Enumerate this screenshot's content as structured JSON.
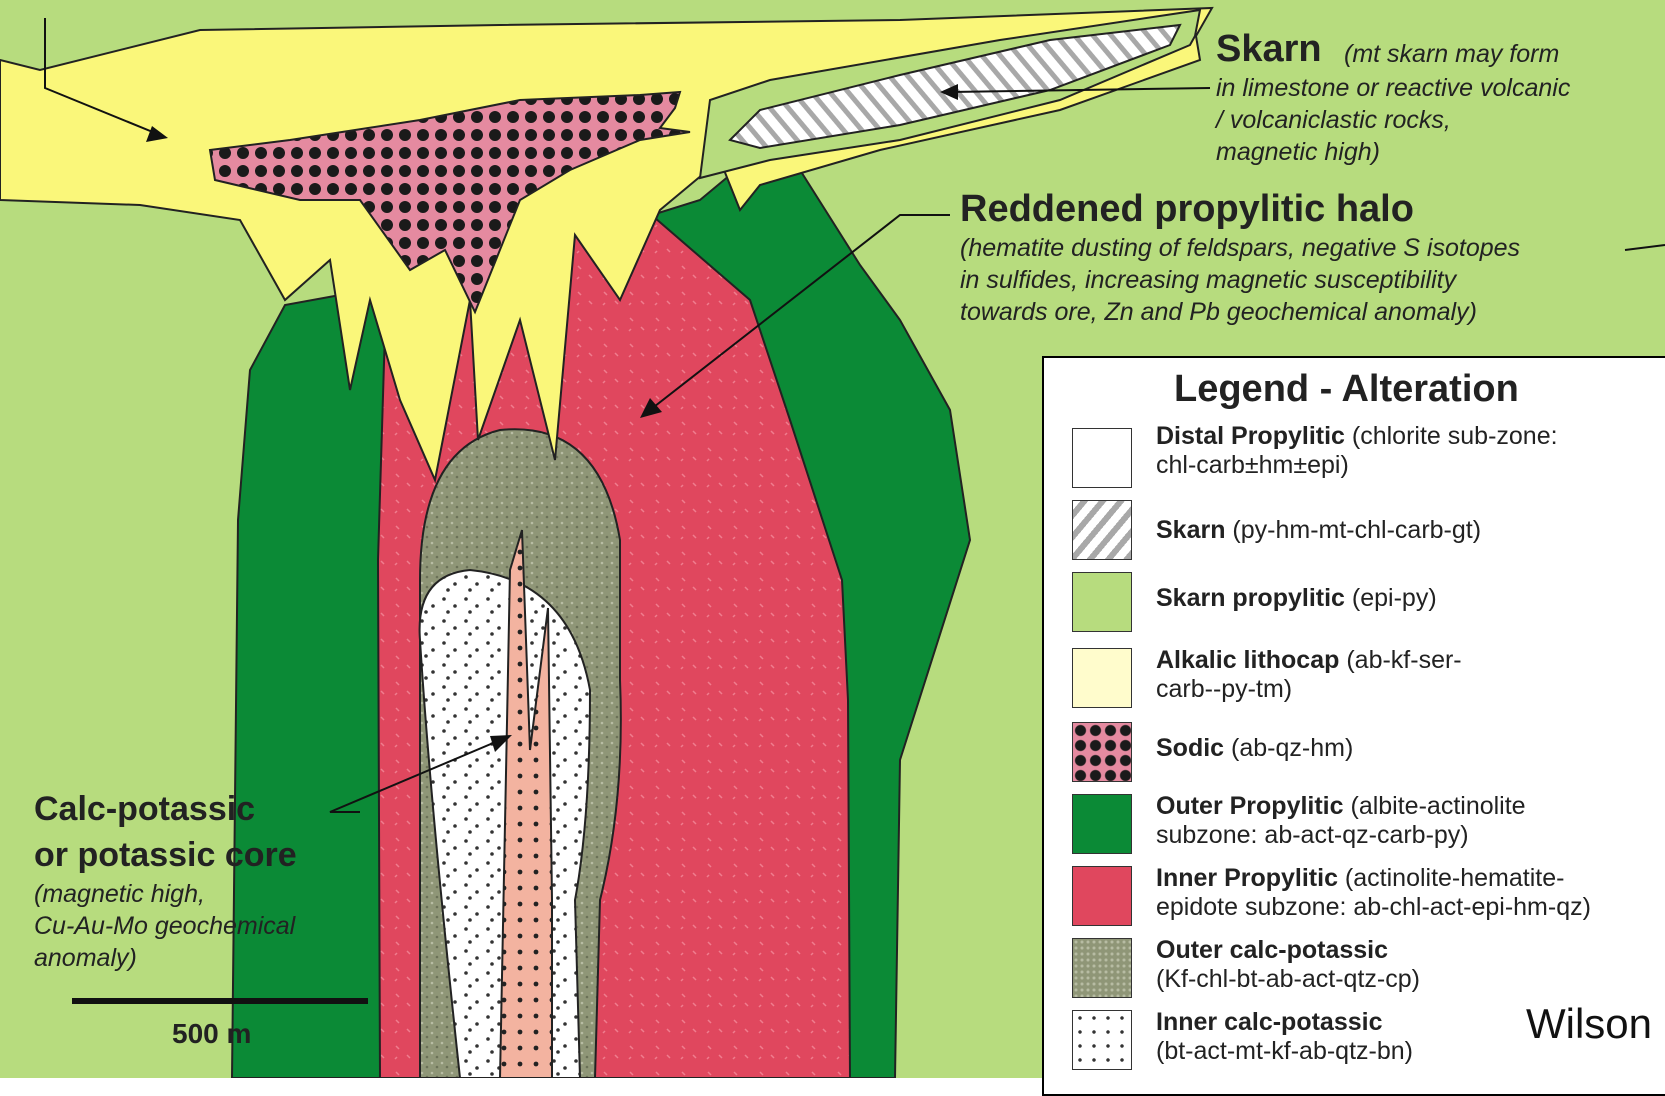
{
  "labels": {
    "skarn_title": "Skarn",
    "skarn_note_1": "(mt skarn may form",
    "skarn_note_2": "in limestone or reactive volcanic",
    "skarn_note_3": "/ volcaniclastic rocks,",
    "skarn_note_4": "magnetic high)",
    "halo_title": "Reddened propylitic halo",
    "halo_note_1": "(hematite dusting of feldspars, negative S isotopes",
    "halo_note_2": "in sulfides, increasing magnetic susceptibility",
    "halo_note_3": "towards ore, Zn and Pb geochemical anomaly)",
    "core_title_1": "Calc-potassic",
    "core_title_2": "or potassic core",
    "core_note_1": "(magnetic high,",
    "core_note_2": "Cu-Au-Mo geochemical",
    "core_note_3": "anomaly)"
  },
  "scale": {
    "label": "500 m"
  },
  "credit": "Wilson",
  "colors": {
    "skarn_propylitic": "#b7dc7e",
    "lithocap": "#faf77a",
    "outer_propylitic": "#0b8a36",
    "inner_propylitic": "#e0475e",
    "outer_calc_potassic": "#8f9677",
    "inner_calc_potassic": "#ffffff",
    "potassic_core": "#f3b3a0",
    "sodic": "#e58aa0"
  },
  "legend": {
    "title": "Legend - Alteration",
    "items": [
      {
        "name": "Distal Propylitic",
        "desc_1": " (chlorite sub-zone:",
        "desc_2": "chl-carb±hm±epi)"
      },
      {
        "name": "Skarn",
        "desc_1": " (py-hm-mt-chl-carb-gt)",
        "desc_2": ""
      },
      {
        "name": "Skarn propylitic",
        "desc_1": " (epi-py)",
        "desc_2": ""
      },
      {
        "name": "Alkalic lithocap",
        "desc_1": " (ab-kf-ser-",
        "desc_2": "carb--py-tm)"
      },
      {
        "name": "Sodic",
        "desc_1": " (ab-qz-hm)",
        "desc_2": ""
      },
      {
        "name": "Outer Propylitic",
        "desc_1": " (albite-actinolite",
        "desc_2": "subzone: ab-act-qz-carb-py)"
      },
      {
        "name": "Inner Propylitic",
        "desc_1": " (actinolite-hematite-",
        "desc_2": "epidote subzone: ab-chl-act-epi-hm-qz)"
      },
      {
        "name": "Outer calc-potassic",
        "desc_1": "",
        "desc_2": "(Kf-chl-bt-ab-act-qtz-cp)"
      },
      {
        "name": "Inner calc-potassic",
        "desc_1": "",
        "desc_2": "(bt-act-mt-kf-ab-qtz-bn)"
      }
    ]
  }
}
